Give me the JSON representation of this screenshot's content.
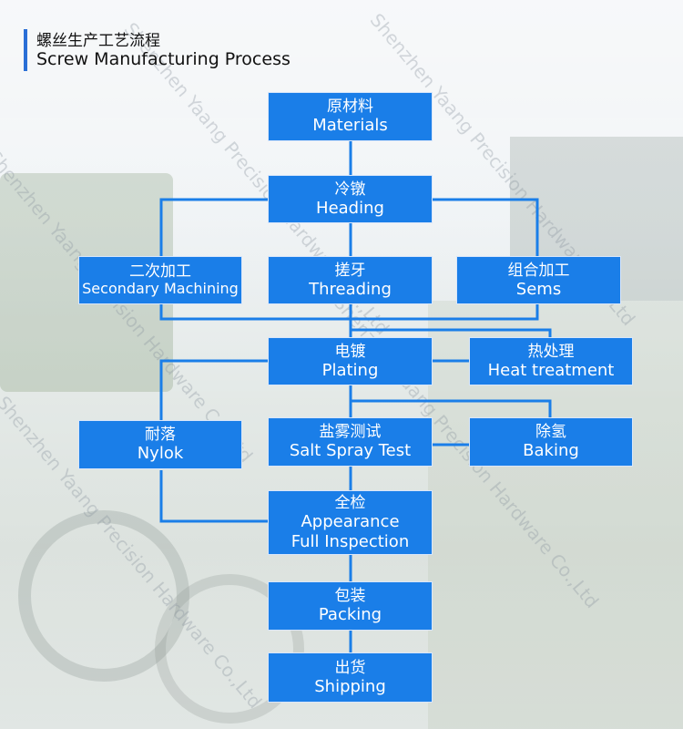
{
  "title": {
    "cn": "螺丝生产工艺流程",
    "en": "Screw Manufacturing Process"
  },
  "watermark": "Shenzhen Yaang Precision Hardware Co.,Ltd",
  "colors": {
    "box": "#1a7ee8",
    "line": "#1a7ee8",
    "accent": "#2a6fd6"
  },
  "steps": {
    "materials": {
      "cn": "原材料",
      "en": "Materials"
    },
    "heading": {
      "cn": "冷镦",
      "en": "Heading"
    },
    "secondary": {
      "cn": "二次加工",
      "en": "Secondary Machining"
    },
    "threading": {
      "cn": "搓牙",
      "en": "Threading"
    },
    "sems": {
      "cn": "组合加工",
      "en": "Sems"
    },
    "plating": {
      "cn": "电镀",
      "en": "Plating"
    },
    "heat": {
      "cn": "热处理",
      "en": "Heat treatment"
    },
    "nylok": {
      "cn": "耐落",
      "en": "Nylok"
    },
    "salt": {
      "cn": "盐雾测试",
      "en": "Salt Spray Test"
    },
    "baking": {
      "cn": "除氢",
      "en": "Baking"
    },
    "inspection": {
      "cn": "全检",
      "en1": "Appearance",
      "en2": "Full Inspection"
    },
    "packing": {
      "cn": "包装",
      "en": "Packing"
    },
    "shipping": {
      "cn": "出货",
      "en": "Shipping"
    }
  }
}
